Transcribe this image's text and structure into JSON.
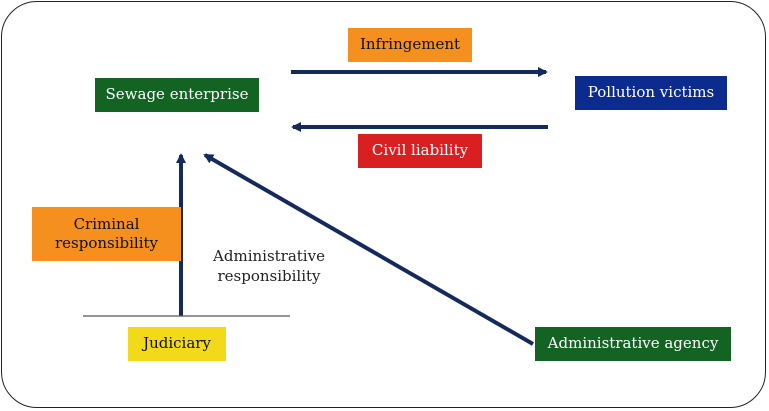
{
  "nodes": {
    "sewage_enterprise": {
      "text": "Sewage enterprise",
      "fill": "#136323",
      "color": "#ffffff"
    },
    "pollution_victims": {
      "text": "Pollution victims",
      "fill": "#0b2b8f",
      "color": "#ffffff"
    },
    "infringement": {
      "text": "Infringement",
      "fill": "#f5901e",
      "color": "#111111"
    },
    "civil_liability": {
      "text": "Civil liability",
      "fill": "#d91f1f",
      "color": "#ffffff"
    },
    "criminal_responsibility": {
      "text": "Criminal responsibility",
      "fill": "#f5901e",
      "color": "#111111"
    },
    "judiciary": {
      "text": "Judiciary",
      "fill": "#f2d91a",
      "color": "#111111"
    },
    "administrative_agency": {
      "text": "Administrative agency",
      "fill": "#136323",
      "color": "#ffffff"
    }
  },
  "labels": {
    "administrative_responsibility": "Administrative responsibility"
  },
  "arrow_color": "#152a5c"
}
